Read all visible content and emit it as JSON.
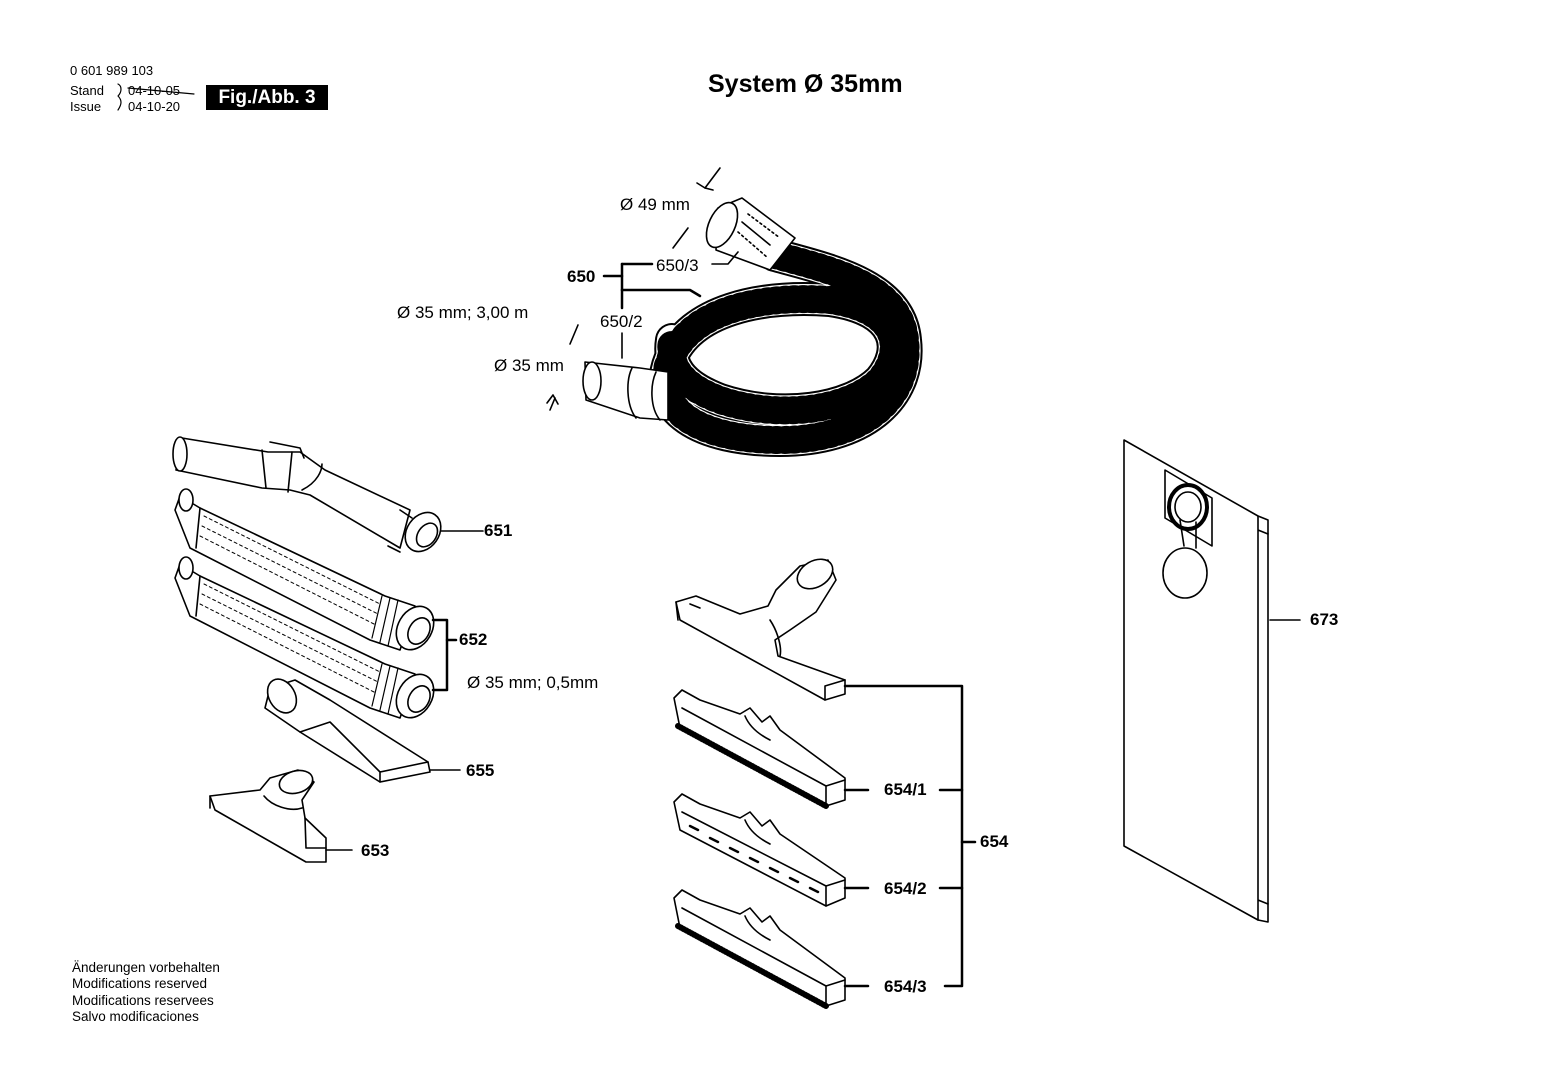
{
  "header": {
    "part_number": "0 601 989 103",
    "stand_label": "Stand",
    "issue_label": "Issue",
    "old_date": "04-10-05",
    "date": "04-10-20",
    "figure_label": "Fig./Abb. 3"
  },
  "title": "System Ø 35mm",
  "dimensions": {
    "hose_end_diameter": "Ø 49 mm",
    "hose_spec": "Ø 35 mm; 3,00 m",
    "hose_start_diameter": "Ø 35 mm",
    "tube_spec": "Ø 35 mm; 0,5mm"
  },
  "parts": {
    "p650": "650",
    "p650_3": "650/3",
    "p650_2": "650/2",
    "p651": "651",
    "p652": "652",
    "p653": "653",
    "p654": "654",
    "p654_1": "654/1",
    "p654_2": "654/2",
    "p654_3": "654/3",
    "p655": "655",
    "p673": "673"
  },
  "footer": [
    "Änderungen vorbehalten",
    "Modifications reserved",
    "Modifications reservees",
    "Salvo modificaciones"
  ]
}
